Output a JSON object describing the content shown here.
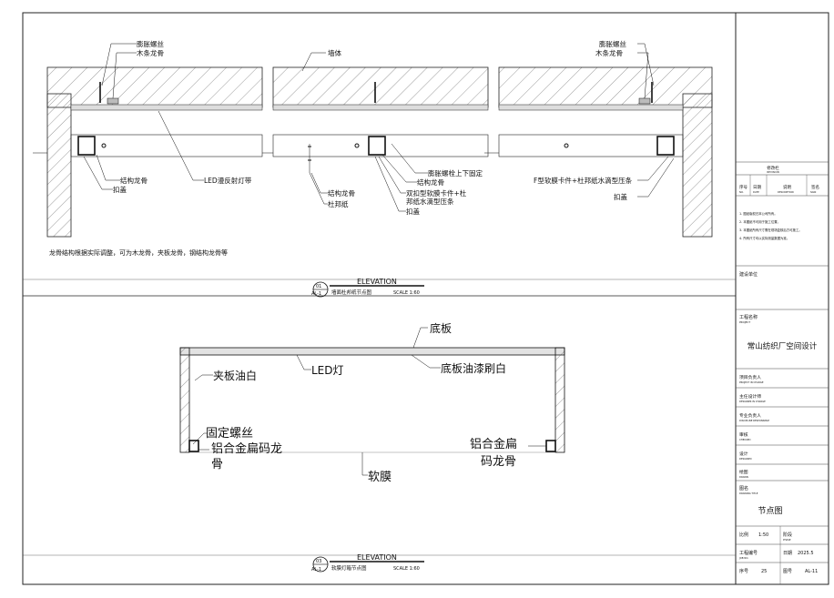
{
  "top_details": {
    "left": {
      "labels": [
        "膨胀螺丝",
        "木条龙骨",
        "结构龙骨",
        "LED漫反射灯带",
        "扣盖"
      ]
    },
    "middle": {
      "labels": [
        "墙体",
        "结构龙骨",
        "杜邦纸",
        "膨胀螺栓上下固定",
        "结构龙骨",
        "双扣型软膜卡件+杜",
        "邦纸水滴型压条",
        "扣盖"
      ]
    },
    "right": {
      "labels": [
        "膨胀螺丝",
        "木条龙骨",
        "F型软膜卡件+杜邦纸水滴型压条",
        "扣盖"
      ]
    },
    "note": "龙骨结构根据实际调整，可为木龙骨，夹板龙骨，钢结构龙骨等"
  },
  "elevation_1": {
    "number": "01",
    "sheet_ref": "AL-1",
    "heading": "ELEVATION",
    "subtitle": "墙面杜邦纸节点图",
    "scale": "SCALE 1:60"
  },
  "bottom_detail": {
    "labels": [
      "底板",
      "LED灯",
      "底板油漆刷白",
      "夹板油白",
      "固定螺丝",
      "铝合金扁码龙",
      "骨",
      "铝合金扁",
      "码龙骨",
      "软膜"
    ]
  },
  "elevation_2": {
    "number": "03",
    "sheet_ref": "AL-1",
    "heading": "ELEVATION",
    "subtitle": "软膜灯箱节点图",
    "scale": "SCALE 1:60"
  },
  "title_block": {
    "revision_title": "修改栏",
    "revision_title_en": "REVISION",
    "revision_cols": [
      "序号",
      "日期",
      "说明",
      "签名"
    ],
    "revision_cols_en": [
      "NO.",
      "DATE",
      "DESCRIPTION",
      "SIGN"
    ],
    "notes": [
      "1. 图纸版权归本公司所有。",
      "2. 本图纸不可用于施工位置。",
      "3. 本图纸所有尺寸需在现场复核后方可施工。",
      "4. 所有尺寸均以实际测量数据为准。"
    ],
    "client_label": "建设单位",
    "project_label": "工程名称",
    "project_label_en": "PROJECT",
    "project_name": "常山纺织厂空间设计",
    "roles": [
      {
        "label": "项目负责人",
        "en": "PROJECT IN CHARGE"
      },
      {
        "label": "主任设计师",
        "en": "DESIGNER IN CHARGE"
      },
      {
        "label": "专业负责人",
        "en": "DISCIPLINE RESPONSIBLE"
      },
      {
        "label": "审核",
        "en": "CHECKED"
      },
      {
        "label": "设计",
        "en": "DESIGNED"
      },
      {
        "label": "绘图",
        "en": "DRAWN"
      }
    ],
    "drawing_title_label": "图名",
    "drawing_title_en": "DRAWING TITLE",
    "drawing_title": "节点图",
    "scale_label": "比例",
    "scale_value": "1:50",
    "stage_label": "阶段",
    "stage_en": "PHASE",
    "job_no_label": "工程编号",
    "job_no_en": "JOB NO.",
    "date_label": "日期",
    "date_value": "2025.5",
    "sheet_no_label": "序号",
    "sheet_no_value": "25",
    "drawing_no_label": "图号",
    "drawing_no_value": "AL-11"
  }
}
